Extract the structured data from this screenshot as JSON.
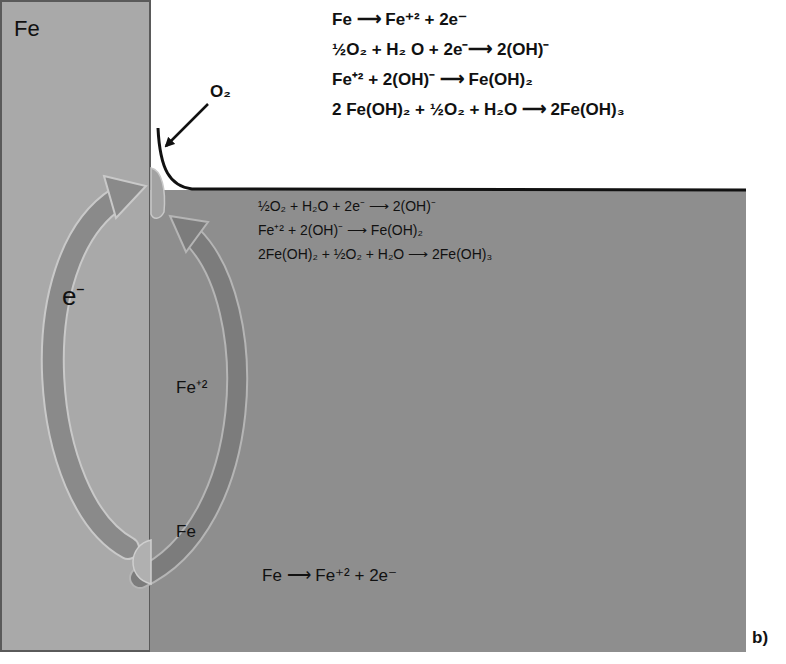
{
  "diagram": {
    "nodes": [
      {
        "text": [
          "Fe"
        ]
      }
    ],
    "labels": [
      "Fe ⟶ Fe⁺² + 2e⁻",
      "½O₂ + H₂ O + 2e⁻⟶ 2(OH)⁻",
      "Fe⁺² + 2(OH)⁻ ⟶ Fe(OH)₂",
      "2 Fe(OH)₂ + ½O₂ + H₂O ⟶ 2Fe(OH)₃",
      "O₂",
      "½O₂ + H₂O + 2e⁻ ⟶ 2(OH)⁻",
      "Fe⁺² + 2(OH)⁻ ⟶ Fe(OH)₂",
      "2Fe(OH)₂ + ½O₂ + H₂O ⟶ 2Fe(OH)₃",
      "e⁻",
      "Fe⁺²",
      "Fe",
      "Fe ⟶ Fe⁺² + 2e⁻",
      "b)"
    ]
  }
}
